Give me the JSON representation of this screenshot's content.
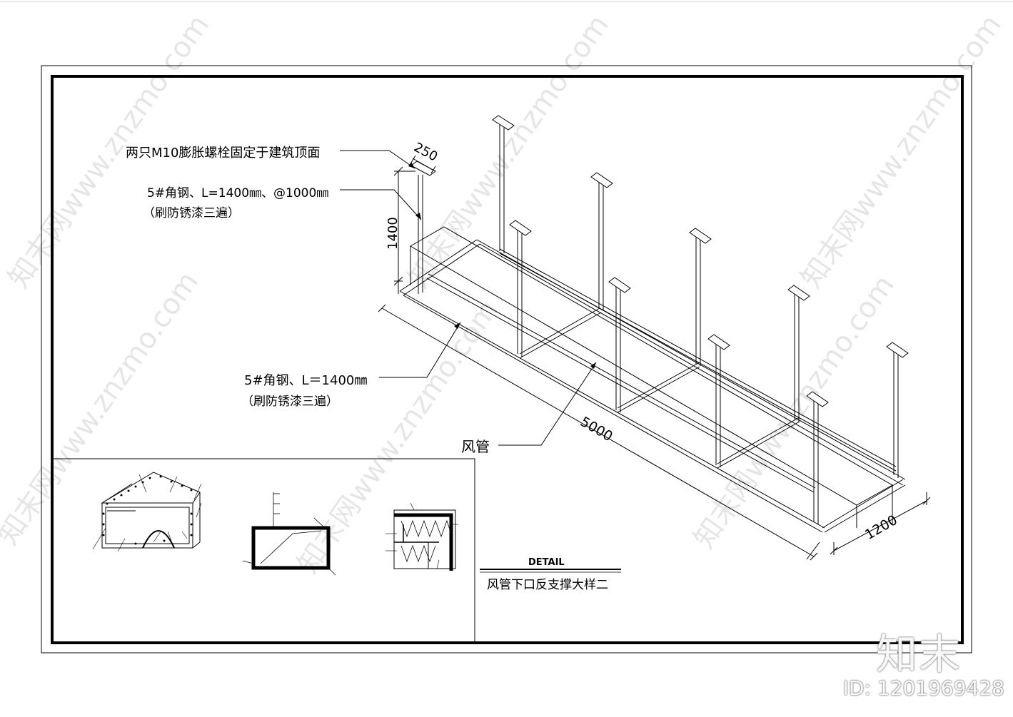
{
  "labels": {
    "bolt_note": "两只M10膨胀螺栓固定于建筑顶面",
    "angle_note_1a": "5#角钢、L=1400㎜、@1000㎜",
    "angle_note_1b": "（刷防锈漆三遍）",
    "angle_note_2a": "5#角钢、L＝1400㎜",
    "angle_note_2b": "（刷防锈漆三遍）",
    "duct": "风管"
  },
  "dimensions": {
    "d250": "250",
    "d1400": "1400",
    "d5000": "5000",
    "d1200": "1200"
  },
  "title_block": {
    "detail": "DETAIL",
    "title": "风管下口反支撑大样二"
  },
  "watermark": {
    "text": "知末网www.znzmo.com",
    "brand": "知末",
    "id": "ID: 1201969428"
  }
}
